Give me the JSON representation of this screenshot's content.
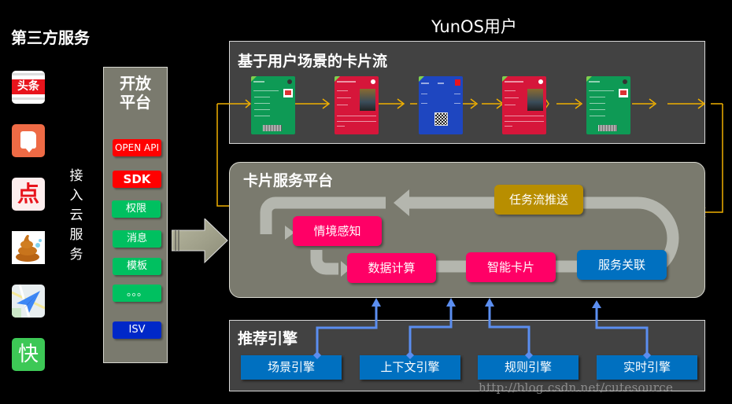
{
  "left": {
    "title": "第三方服务",
    "apps": [
      {
        "name": "toutiao-app-icon",
        "label": "头条",
        "color": "#e8141c"
      },
      {
        "name": "book-app-icon",
        "label": "",
        "color": "#ee6a45"
      },
      {
        "name": "dianping-app-icon",
        "label": "点",
        "color": "#e8141c"
      },
      {
        "name": "poop-app-icon",
        "label": "",
        "color": "#c8741c"
      },
      {
        "name": "map-app-icon",
        "label": "",
        "color": "#3d87f5"
      },
      {
        "name": "kuai-app-icon",
        "label": "快",
        "color": "#3dc856"
      }
    ],
    "access_label": [
      "接",
      "入",
      "云",
      "服",
      "务"
    ]
  },
  "open_platform": {
    "title_line1": "开放",
    "title_line2": "平台",
    "items": [
      {
        "label": "OPEN API",
        "color": "#ff0000"
      },
      {
        "label": "SDK",
        "color": "#ff0000"
      },
      {
        "label": "权限",
        "color": "#00c060"
      },
      {
        "label": "消息",
        "color": "#00c060"
      },
      {
        "label": "模板",
        "color": "#00c060"
      },
      {
        "label": "。。。",
        "color": "#00c060"
      },
      {
        "label": "ISV",
        "color": "#0028c8"
      }
    ]
  },
  "user": {
    "title": "YunOS用户"
  },
  "card_flow": {
    "title": "基于用户场景的卡片流",
    "cards": [
      {
        "type": "green-card",
        "color": "#0e9a55"
      },
      {
        "type": "red-card",
        "color": "#d6163a"
      },
      {
        "type": "blue-card",
        "color": "#1e46c0"
      },
      {
        "type": "red-card",
        "color": "#d6163a"
      },
      {
        "type": "green-card",
        "color": "#0e9a55"
      }
    ],
    "arrow_color": "#f0b000"
  },
  "card_service": {
    "title": "卡片服务平台",
    "nodes": {
      "task_push": {
        "label": "任务流推送",
        "color": "#b88e00"
      },
      "context": {
        "label": "情境感知",
        "color": "#ff0066"
      },
      "compute": {
        "label": "数据计算",
        "color": "#ff0066"
      },
      "smart_card": {
        "label": "智能卡片",
        "color": "#ff0066"
      },
      "service_link": {
        "label": "服务关联",
        "color": "#0070c0"
      }
    }
  },
  "recommend": {
    "title": "推荐引擎",
    "engines": [
      "场景引擎",
      "上下文引擎",
      "规则引擎",
      "实时引擎"
    ],
    "connector_color": "#5b8ef0"
  },
  "watermark": "http://blog.csdn.net/cutesource"
}
